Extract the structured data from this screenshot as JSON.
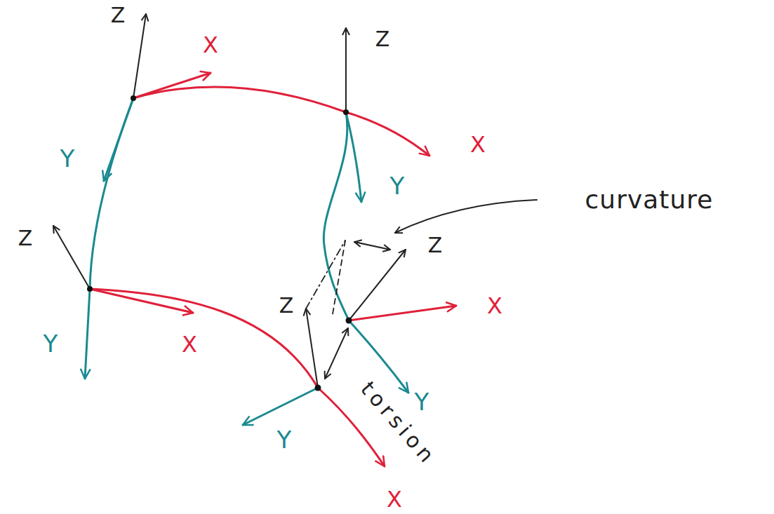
{
  "diagram": {
    "labels": [
      "Z",
      "X",
      "Y",
      "Z",
      "X",
      "Y",
      "curvature",
      "Z",
      "X",
      "Y",
      "Z",
      "X",
      "Y",
      "Z",
      "Y",
      "X",
      "torsion"
    ]
  }
}
